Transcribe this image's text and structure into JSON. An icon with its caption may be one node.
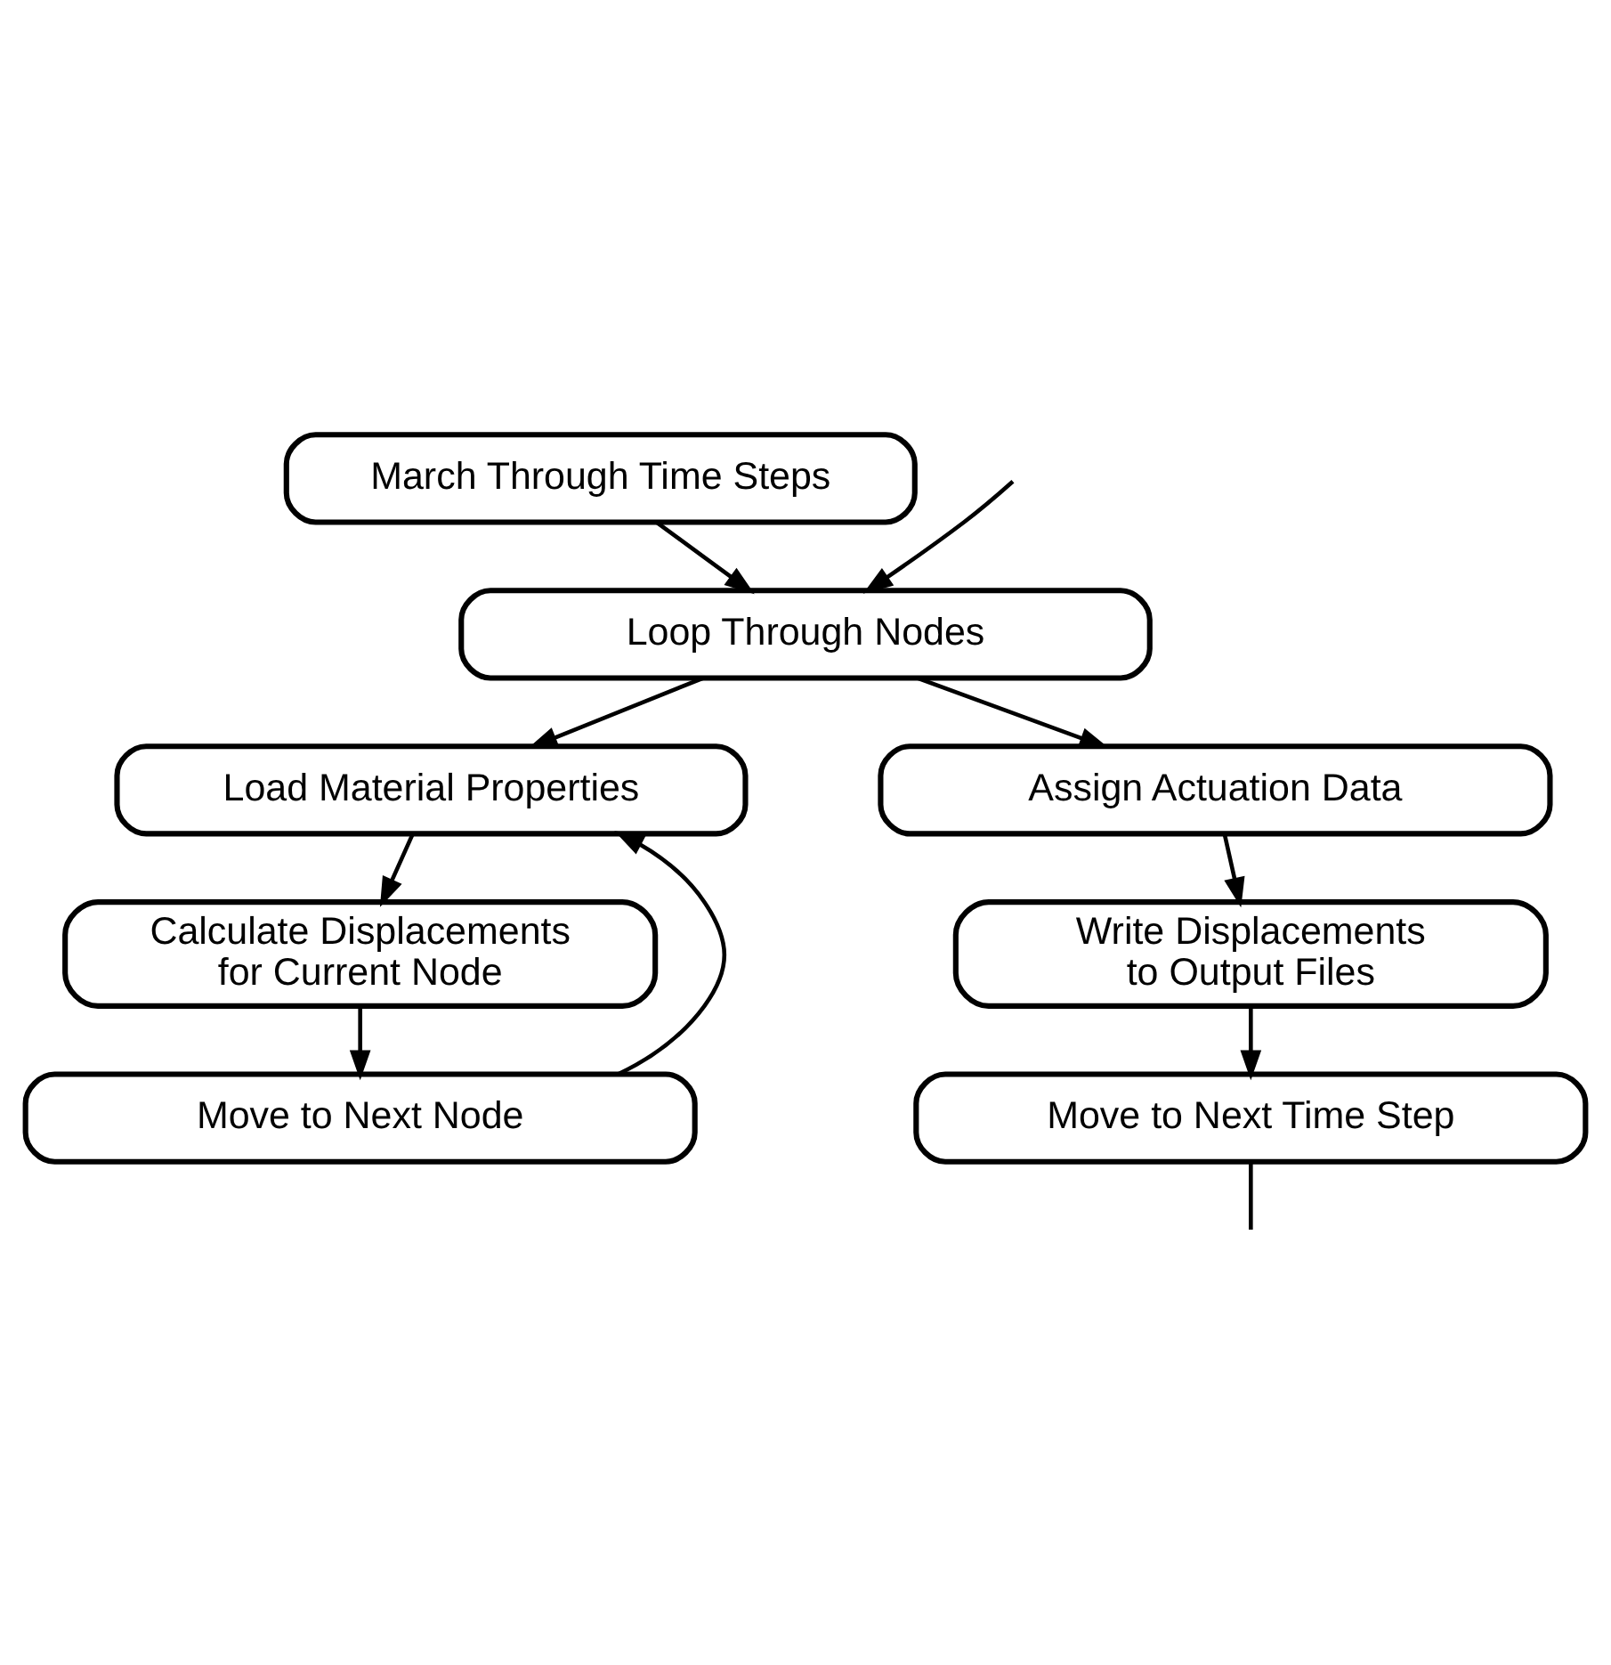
{
  "diagram": {
    "nodes": [
      {
        "text": [
          "March Through Time Steps"
        ]
      },
      {
        "text": [
          "Loop Through Nodes"
        ]
      },
      {
        "text": [
          "Load Material Properties"
        ]
      },
      {
        "text": [
          "Calculate Displacements for Current Node"
        ]
      },
      {
        "text": [
          "Move to Next Node"
        ]
      },
      {
        "text": [
          "Assign Actuation Data"
        ]
      },
      {
        "text": [
          "Write Displacements to Output Files"
        ]
      },
      {
        "text": [
          "Move to Next Time Step"
        ]
      }
    ],
    "edges": [
      {
        "from": 0,
        "to": 1,
        "arrow": "to"
      },
      {
        "from": 1,
        "to": 2,
        "arrow": "to"
      },
      {
        "from": 2,
        "to": 3,
        "arrow": "to"
      },
      {
        "from": 3,
        "to": 4,
        "arrow": "to"
      },
      {
        "from": 4,
        "to": 2,
        "arrow": "to"
      },
      {
        "from": 1,
        "to": 5,
        "arrow": "to"
      },
      {
        "from": 5,
        "to": 6,
        "arrow": "to"
      },
      {
        "from": 6,
        "to": 7,
        "arrow": "to"
      },
      {
        "from": 7,
        "to": null,
        "arrow": "none"
      },
      {
        "from": null,
        "to": 1,
        "arrow": "to"
      }
    ]
  }
}
